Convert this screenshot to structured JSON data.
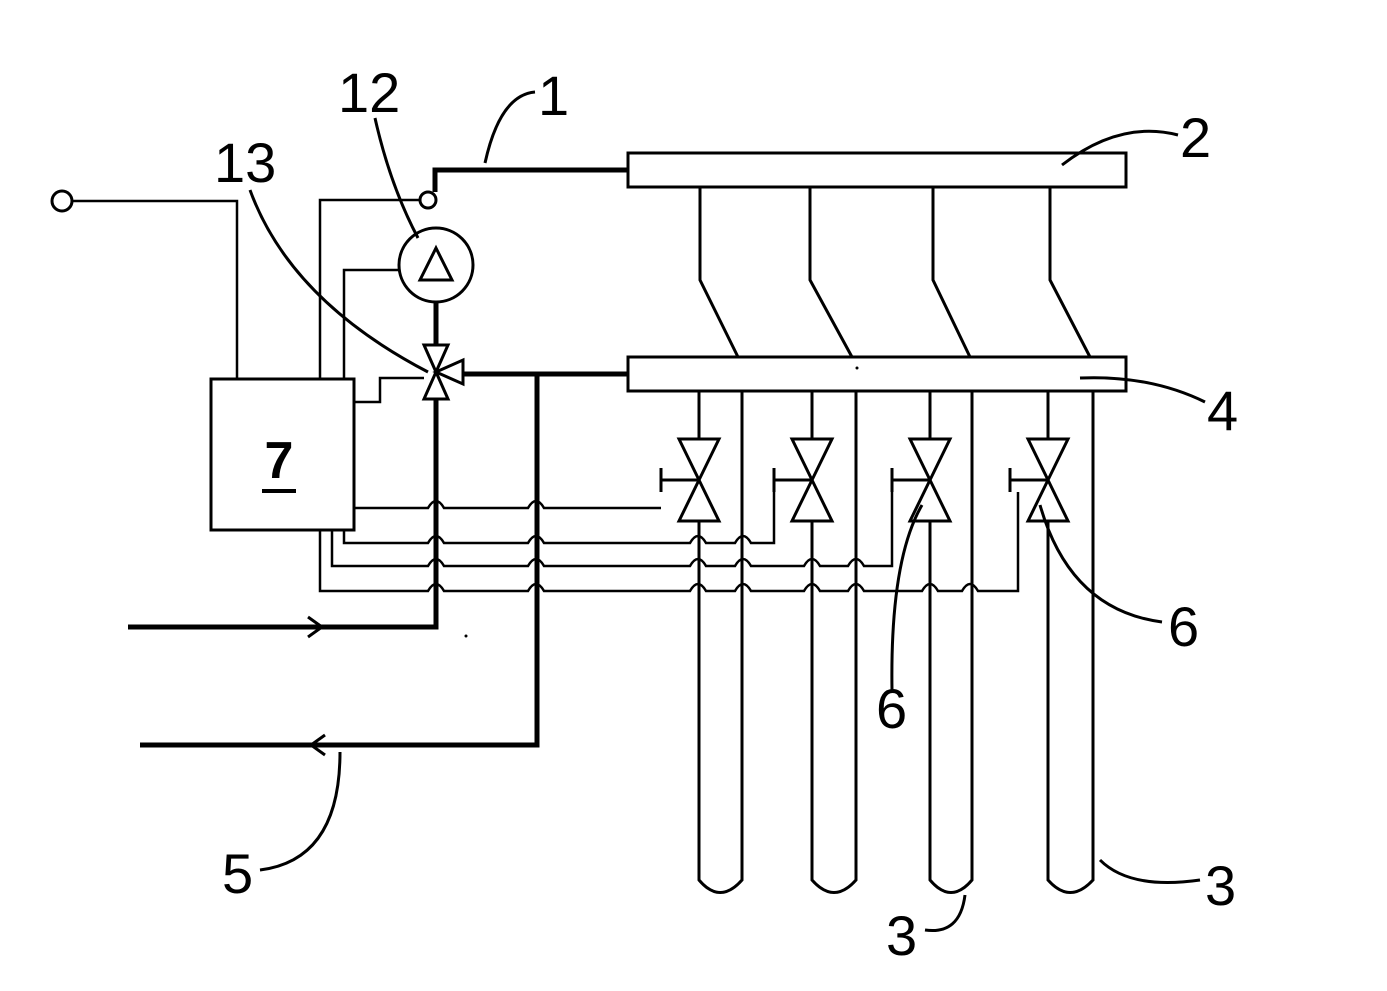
{
  "labels": {
    "supply_line": "1",
    "supply_manifold": "2",
    "ground_probe": "3",
    "return_manifold": "4",
    "return_line": "5",
    "valve": "6",
    "controller": "7",
    "pump": "12",
    "mixing_valve": "13"
  }
}
